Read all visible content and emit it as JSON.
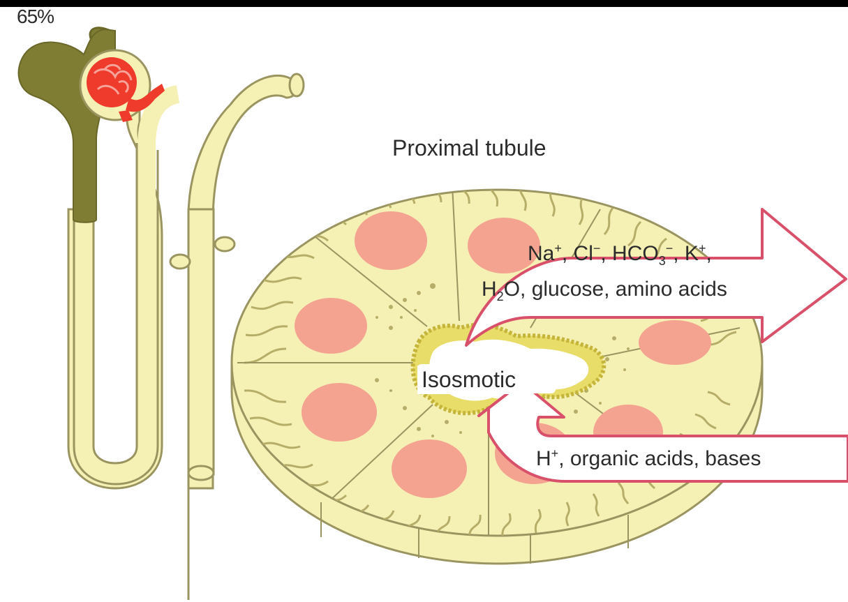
{
  "nephron": {
    "reabsorption_percent": "65%"
  },
  "section": {
    "title": "Proximal tubule",
    "lumen_label": "Isosmotic"
  },
  "reabsorbed_arrow": {
    "line1": {
      "na": "Na",
      "na_sup": "+",
      "cl": ", Cl",
      "cl_sup": "−",
      "hco": ", HCO",
      "hco_sub": "3",
      "hco_sup": "−",
      "k": ", K",
      "k_sup": "+",
      "end": ","
    },
    "line2": {
      "h": "H",
      "h_sub": "2",
      "rest": "O, glucose, amino acids"
    }
  },
  "secreted_arrow": {
    "h": "H",
    "h_sup": "+",
    "rest": ", organic acids, bases"
  },
  "colors": {
    "tubule_fill": "#f5f0b4",
    "tubule_outline": "#9a9560",
    "proximal_highlight": "#7f7d33",
    "nucleus": "#f4a391",
    "glomerulus": "#ee3b2b",
    "arrow_outline": "#d9506a",
    "background": "#ffffff"
  }
}
